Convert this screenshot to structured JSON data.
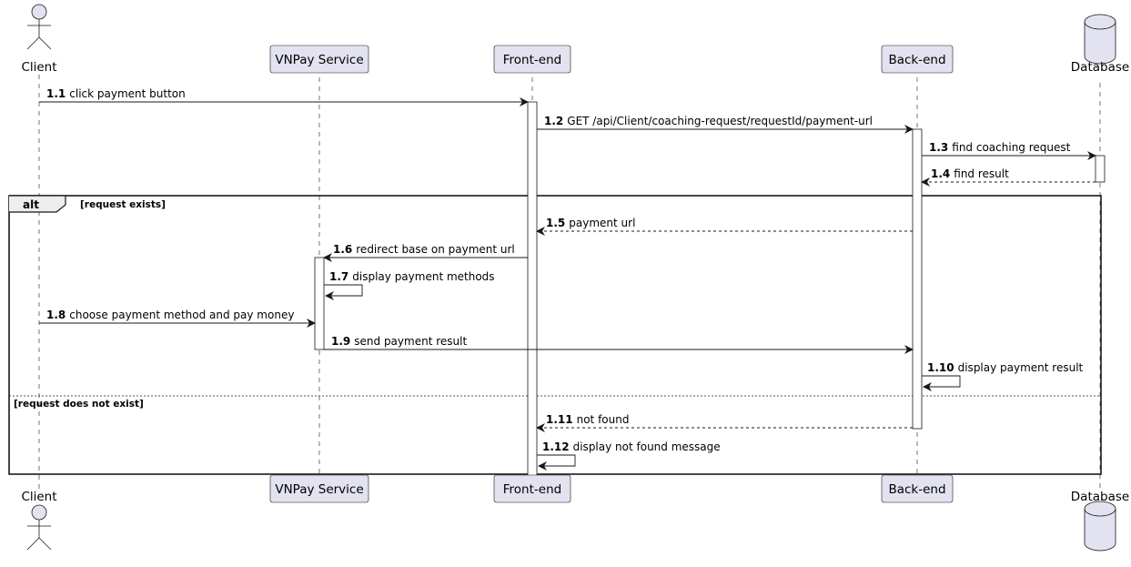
{
  "participants": [
    {
      "id": "client",
      "label": "Client",
      "kind": "actor"
    },
    {
      "id": "vnpay",
      "label": "VNPay Service",
      "kind": "participant"
    },
    {
      "id": "frontend",
      "label": "Front-end",
      "kind": "participant"
    },
    {
      "id": "backend",
      "label": "Back-end",
      "kind": "participant"
    },
    {
      "id": "database",
      "label": "Database",
      "kind": "database"
    }
  ],
  "messages": [
    {
      "num": "1.1",
      "text": "click payment button",
      "from": "client",
      "to": "frontend",
      "style": "sync"
    },
    {
      "num": "1.2",
      "text": "GET /api/Client/coaching-request/requestId/payment-url",
      "from": "frontend",
      "to": "backend",
      "style": "sync"
    },
    {
      "num": "1.3",
      "text": "find coaching request",
      "from": "backend",
      "to": "database",
      "style": "sync"
    },
    {
      "num": "1.4",
      "text": "find result",
      "from": "database",
      "to": "backend",
      "style": "reply"
    },
    {
      "num": "1.5",
      "text": "payment url",
      "from": "backend",
      "to": "frontend",
      "style": "reply"
    },
    {
      "num": "1.6",
      "text": "redirect base on payment url",
      "from": "frontend",
      "to": "vnpay",
      "style": "sync"
    },
    {
      "num": "1.7",
      "text": "display payment methods",
      "from": "vnpay",
      "to": "vnpay",
      "style": "self"
    },
    {
      "num": "1.8",
      "text": "choose payment method and pay money",
      "from": "client",
      "to": "vnpay",
      "style": "sync"
    },
    {
      "num": "1.9",
      "text": "send payment result",
      "from": "vnpay",
      "to": "backend",
      "style": "sync"
    },
    {
      "num": "1.10",
      "text": "display payment result",
      "from": "backend",
      "to": "backend",
      "style": "self"
    },
    {
      "num": "1.11",
      "text": "not found",
      "from": "backend",
      "to": "frontend",
      "style": "reply"
    },
    {
      "num": "1.12",
      "text": "display not found message",
      "from": "frontend",
      "to": "frontend",
      "style": "self"
    }
  ],
  "fragment": {
    "operator": "alt",
    "guards": [
      "[request exists]",
      "[request does not exist]"
    ]
  },
  "colors": {
    "participant_fill": "#e2e2f0",
    "participant_border": "#181818",
    "line": "#181818",
    "lifeline": "#181818",
    "activation_fill": "#ffffff"
  }
}
